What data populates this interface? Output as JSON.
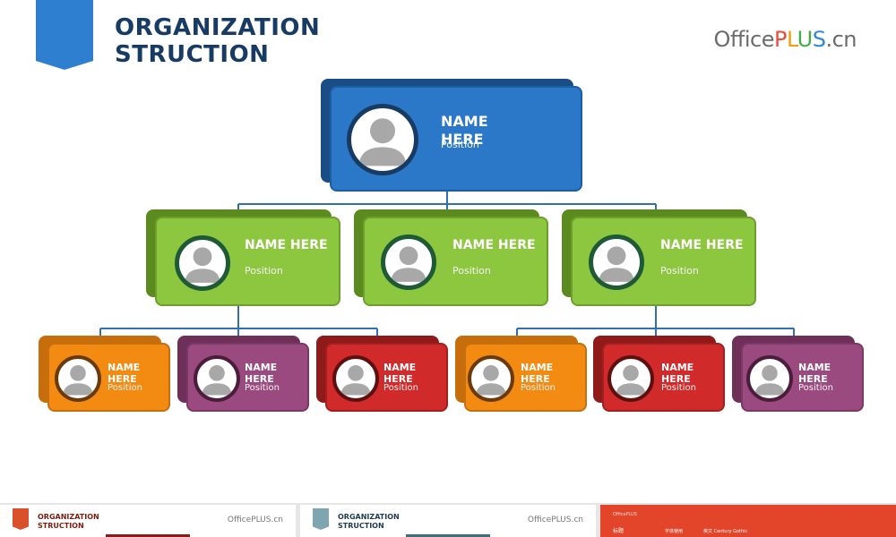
{
  "header": {
    "title_line1": "ORGANIZATION",
    "title_line2": "STRUCTION",
    "logo_office": "Office",
    "logo_p": "P",
    "logo_l": "L",
    "logo_u": "U",
    "logo_s": "S",
    "logo_cn": ".cn"
  },
  "org": {
    "top": {
      "name": "NAME HERE",
      "position": "Position"
    },
    "level2": [
      {
        "name": "NAME HERE",
        "position": "Position"
      },
      {
        "name": "NAME HERE",
        "position": "Position"
      },
      {
        "name": "NAME HERE",
        "position": "Position"
      }
    ],
    "level3": [
      {
        "name_line1": "NAME",
        "name_line2": "HERE",
        "position": "Position"
      },
      {
        "name_line1": "NAME",
        "name_line2": "HERE",
        "position": "Position"
      },
      {
        "name_line1": "NAME",
        "name_line2": "HERE",
        "position": "Position"
      },
      {
        "name_line1": "NAME",
        "name_line2": "HERE",
        "position": "Position"
      },
      {
        "name_line1": "NAME",
        "name_line2": "HERE",
        "position": "Position"
      },
      {
        "name_line1": "NAME",
        "name_line2": "HERE",
        "position": "Position"
      }
    ]
  },
  "colors": {
    "title": "#173b63",
    "top_front": "#2b78c8",
    "top_back": "#1a4c86",
    "green_front": "#8dc63f",
    "green_back": "#5b8a1e",
    "orange_front": "#f38b12",
    "orange_back": "#c86d0c",
    "purple_front": "#9b4a7f",
    "purple_back": "#6e2f59",
    "red_front": "#d12a2a",
    "red_back": "#8f1a1a",
    "connector": "#2e6fb5"
  },
  "thumbnails": [
    {
      "title_line1": "ORGANIZATION",
      "title_line2": "STRUCTION",
      "logo": "OfficePLUS.cn"
    },
    {
      "title_line1": "ORGANIZATION",
      "title_line2": "STRUCTION",
      "logo": "OfficePLUS.cn"
    },
    {
      "label": "OfficePLUS",
      "text_a": "标题",
      "text_b": "字体使用",
      "text_c": "英文 Century Gothic"
    }
  ]
}
